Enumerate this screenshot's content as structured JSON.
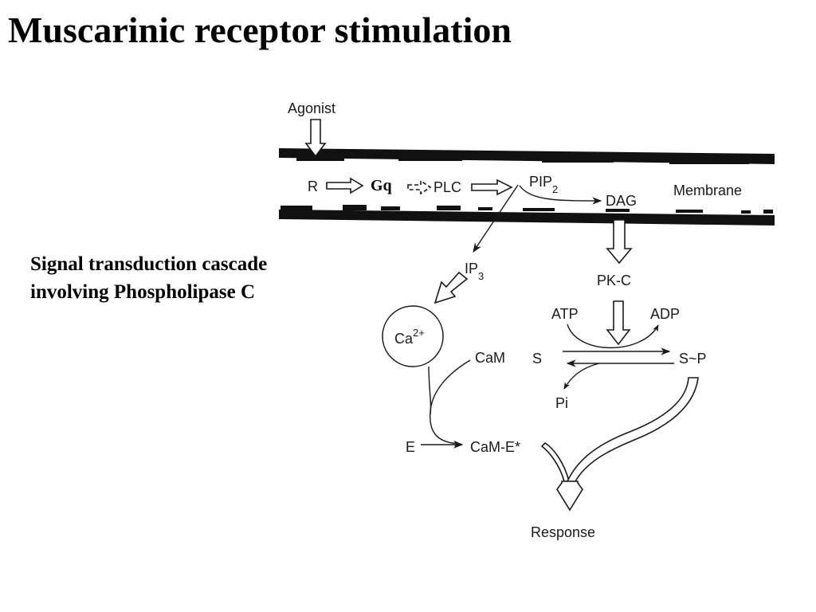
{
  "slide": {
    "title": "Muscarinic receptor stimulation",
    "caption_line1": "Signal transduction cascade",
    "caption_line2": "involving Phospholipase C"
  },
  "diagram": {
    "agonist": "Agonist",
    "receptor": "R",
    "g_protein": "Gq",
    "plc": "PLC",
    "pip_base": "PIP",
    "pip_sub": "2",
    "dag": "DAG",
    "membrane": "Membrane",
    "ip_base": "IP",
    "ip_sub": "3",
    "ca_base": "Ca",
    "ca_sup": "2+",
    "pkc": "PK-C",
    "atp": "ATP",
    "adp": "ADP",
    "substrate": "S",
    "phospho_substrate": "S~P",
    "pi": "Pi",
    "calmodulin": "CaM",
    "enzyme": "E",
    "cam_e_complex": "CaM-E*",
    "response": "Response"
  }
}
